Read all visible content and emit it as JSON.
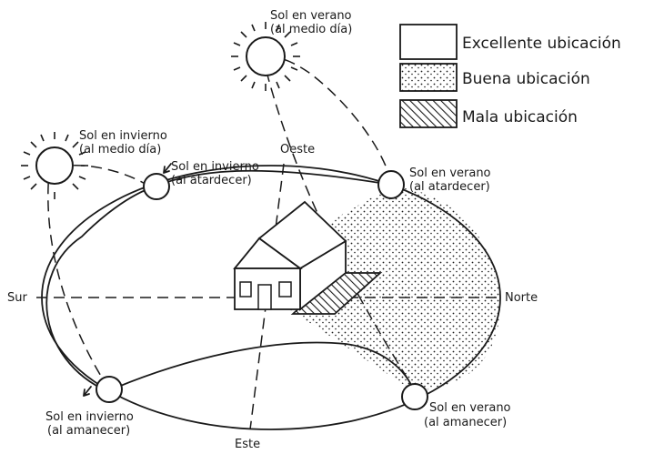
{
  "legend": {
    "excellent": "Excellente ubicación",
    "good": "Buena ubicación",
    "bad": "Mala ubicación"
  },
  "directions": {
    "south": "Sur",
    "north": "Norte",
    "west": "Oeste",
    "east": "Este"
  },
  "sun_labels": {
    "summer_noon_1": "Sol en verano",
    "summer_noon_2": "(al medio día)",
    "winter_noon_1": "Sol en invierno",
    "winter_noon_2": "(al medio día)",
    "winter_sunset_1": "Sol en invierno",
    "winter_sunset_2": "(al atardecer)",
    "summer_sunset_1": "Sol en verano",
    "summer_sunset_2": "(al atardecer)",
    "winter_sunrise_1": "Sol en invierno",
    "winter_sunrise_2": "(al amanecer)",
    "summer_sunrise_1": "Sol en verano",
    "summer_sunrise_2": "(al amanecer)"
  },
  "colors": {
    "ink": "#1a1a1a",
    "background": "#ffffff"
  }
}
